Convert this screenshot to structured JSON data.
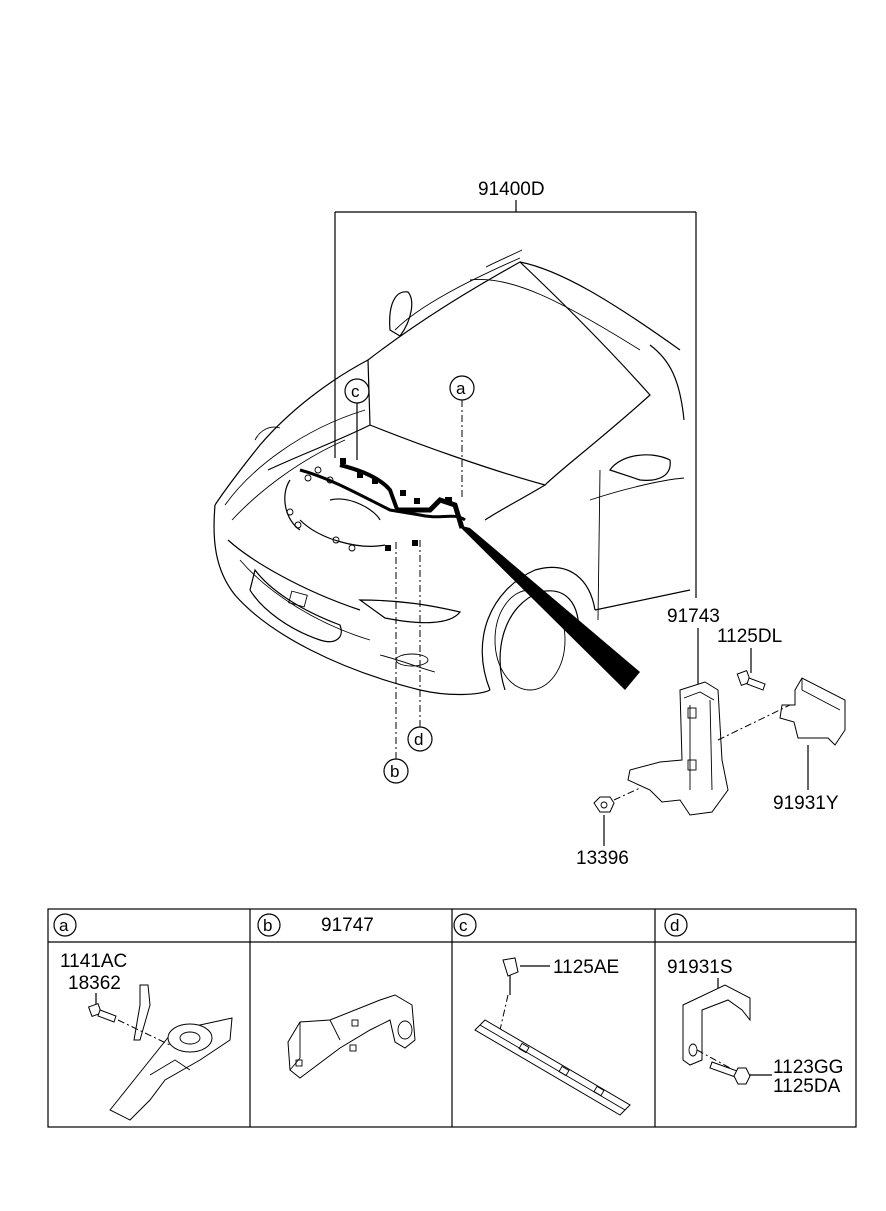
{
  "main_assembly": {
    "part_number": "91400D"
  },
  "callouts": {
    "a": "a",
    "b": "b",
    "c": "c",
    "d": "d"
  },
  "bracket_group": {
    "p91743": "91743",
    "p1125DL": "1125DL",
    "p91931Y": "91931Y",
    "p13396": "13396"
  },
  "detail_table": {
    "cells": [
      {
        "letter": "a",
        "header_part": "",
        "parts": [
          "1141AC",
          "18362"
        ]
      },
      {
        "letter": "b",
        "header_part": "91747",
        "parts": []
      },
      {
        "letter": "c",
        "header_part": "",
        "parts": [
          "1125AE"
        ]
      },
      {
        "letter": "d",
        "header_part": "",
        "parts": [
          "91931S",
          "1123GG",
          "1125DA"
        ]
      }
    ]
  }
}
